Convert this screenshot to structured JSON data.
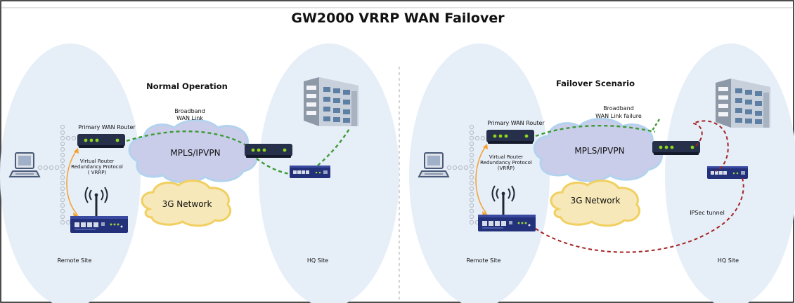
{
  "title": "GW2000 VRRP WAN Failover",
  "colors": {
    "ellipse_fill": "#e6eef8",
    "cloud_fill": "#c9cdea",
    "cloud_edge": "#b3d2ee",
    "cloud3g_fill": "#f6e8b8",
    "cloud3g_edge": "#f1cf61",
    "green_link": "#3d9b35",
    "red_tunnel": "#a52323",
    "vrrp_arrow": "#f4a12d",
    "router_body": "#26304a",
    "router_led": "#8ed61c"
  },
  "panels": {
    "normal": {
      "heading": "Normal Operation",
      "primary_router_label": "Primary WAN Router",
      "vrrp_line1": "Virtual Router",
      "vrrp_line2": "Redundancy Protocol",
      "vrrp_line3": "( VRRP)",
      "broadband_line1": "Broadband",
      "broadband_line2": "WAN Link",
      "mpls_label": "MPLS/IPVPN",
      "network3g_label": "3G Network",
      "remote_site_label": "Remote Site",
      "hq_site_label": "HQ Site"
    },
    "failover": {
      "heading": "Failover Scenario",
      "primary_router_label": "Primary WAN Router",
      "vrrp_line1": "Virtual Router",
      "vrrp_line2": "Redundancy Protocol",
      "vrrp_line3": "(VRRP)",
      "broadband_line1": "Broadband",
      "broadband_line2": "WAN Link failure",
      "mpls_label": "MPLS/IPVPN",
      "network3g_label": "3G Network",
      "ipsec_label": "IPSec tunnel",
      "remote_site_label": "Remote Site",
      "hq_site_label": "HQ Site"
    }
  },
  "icons": {
    "computer": "desktop-computer-icon",
    "router": "broadband-router-icon",
    "gateway": "gw2000-gateway-icon",
    "antenna": "wireless-antenna-icon",
    "building": "office-building-icon"
  }
}
